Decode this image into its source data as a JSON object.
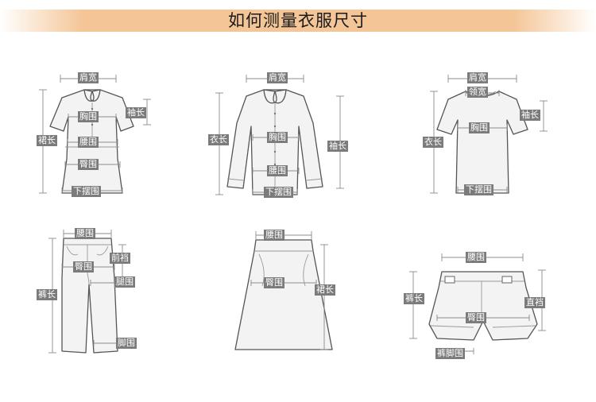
{
  "title": "如何测量衣服尺寸",
  "dress": {
    "shoulder": "肩宽",
    "chest": "胸围",
    "sleeve": "袖长",
    "length": "裙长",
    "waist": "腰围",
    "hip": "臀围",
    "hem": "下摆围"
  },
  "shirt": {
    "shoulder": "肩宽",
    "length": "衣长",
    "chest": "胸围",
    "sleeve": "袖长",
    "waist": "腰围",
    "hem": "下摆围"
  },
  "tshirt": {
    "shoulder": "肩宽",
    "collar": "领宽",
    "sleeve": "袖长",
    "length": "衣长",
    "chest": "胸围",
    "hem": "下摆围"
  },
  "pants": {
    "waist": "腰围",
    "front_rise": "前裆",
    "hip": "臀围",
    "length": "裤长",
    "thigh": "腿围",
    "ankle": "脚围"
  },
  "skirt": {
    "waist": "腰围",
    "hip": "臀围",
    "length": "裙长"
  },
  "shorts": {
    "waist": "腰围",
    "length": "裤长",
    "rise": "直裆",
    "hip": "臀围",
    "leg_opening": "裤脚围"
  }
}
